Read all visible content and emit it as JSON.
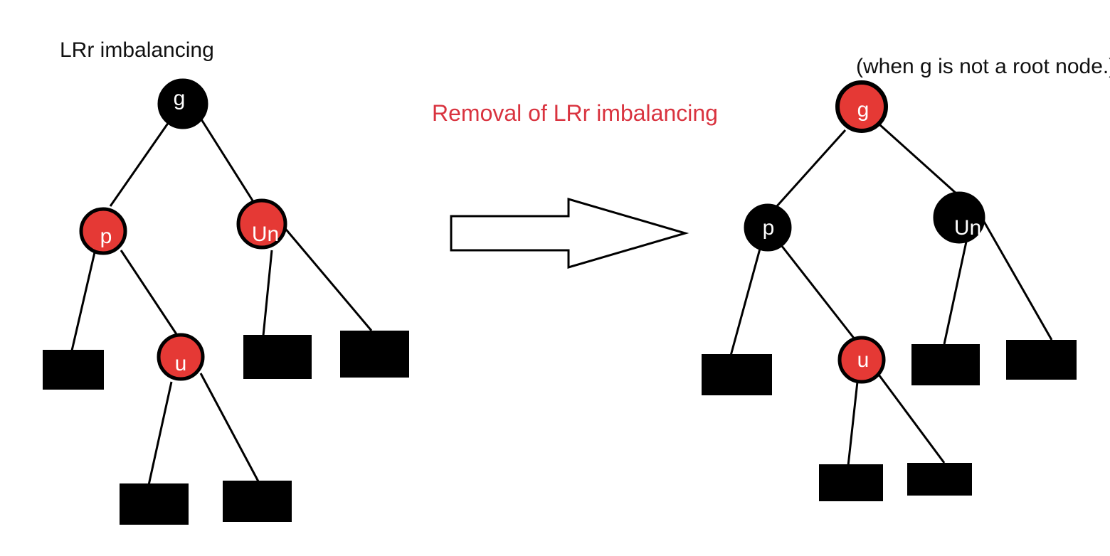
{
  "left_title": "LRr imbalancing",
  "transform_label": "Removal of LRr imbalancing",
  "right_note": "(when g is not a root node.)",
  "colors": {
    "red_node": "#e53935",
    "black_node": "#000000",
    "node_outline": "#000000",
    "node_text": "#ffffff",
    "red_label": "#d9333f",
    "black_label": "#111111",
    "edge": "#000000",
    "leaf": "#000000"
  },
  "before_tree": {
    "nodes": [
      {
        "id": "g",
        "label": "g",
        "color": "black"
      },
      {
        "id": "p",
        "label": "p",
        "color": "red"
      },
      {
        "id": "un",
        "label": "Un",
        "color": "red"
      },
      {
        "id": "u",
        "label": "u",
        "color": "red"
      }
    ]
  },
  "after_tree": {
    "nodes": [
      {
        "id": "g",
        "label": "g",
        "color": "red"
      },
      {
        "id": "p",
        "label": "p",
        "color": "black"
      },
      {
        "id": "un",
        "label": "Un",
        "color": "black"
      },
      {
        "id": "u",
        "label": "u",
        "color": "red"
      }
    ]
  }
}
